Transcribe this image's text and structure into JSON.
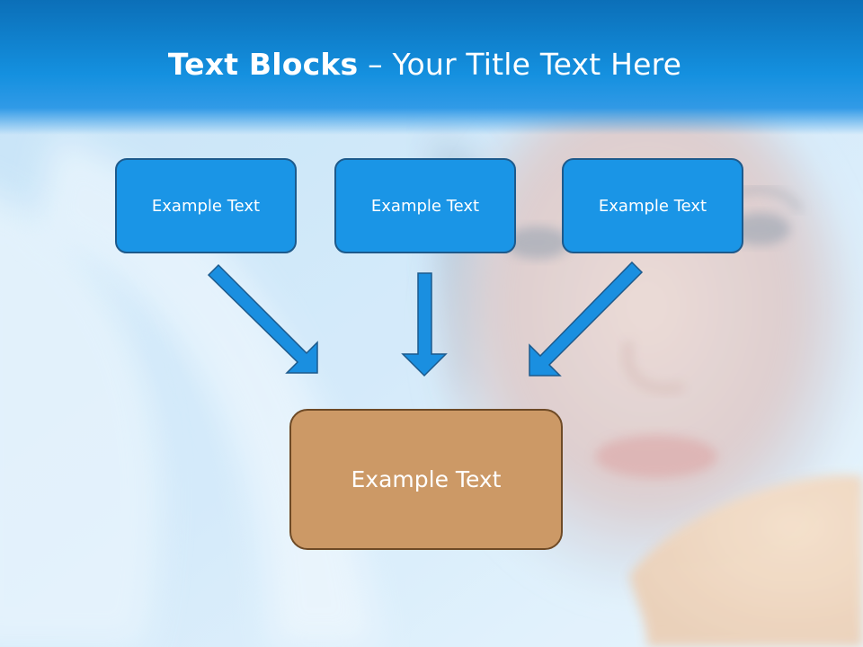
{
  "slide": {
    "title_bold": "Text Blocks",
    "title_dash": " – ",
    "title_rest": "Your Title Text Here",
    "top_boxes": [
      {
        "text": "Example Text"
      },
      {
        "text": "Example Text"
      },
      {
        "text": "Example Text"
      }
    ],
    "bottom_box": {
      "text": "Example Text"
    },
    "colors": {
      "title_band": "#1490df",
      "top_box_fill": "#1a95e6",
      "top_box_border": "#1d5a8c",
      "bottom_box_fill": "#cc9966",
      "bottom_box_border": "#6e4a26",
      "arrow_fill": "#1a8fe0"
    },
    "background_image": "woman-face-photo"
  }
}
